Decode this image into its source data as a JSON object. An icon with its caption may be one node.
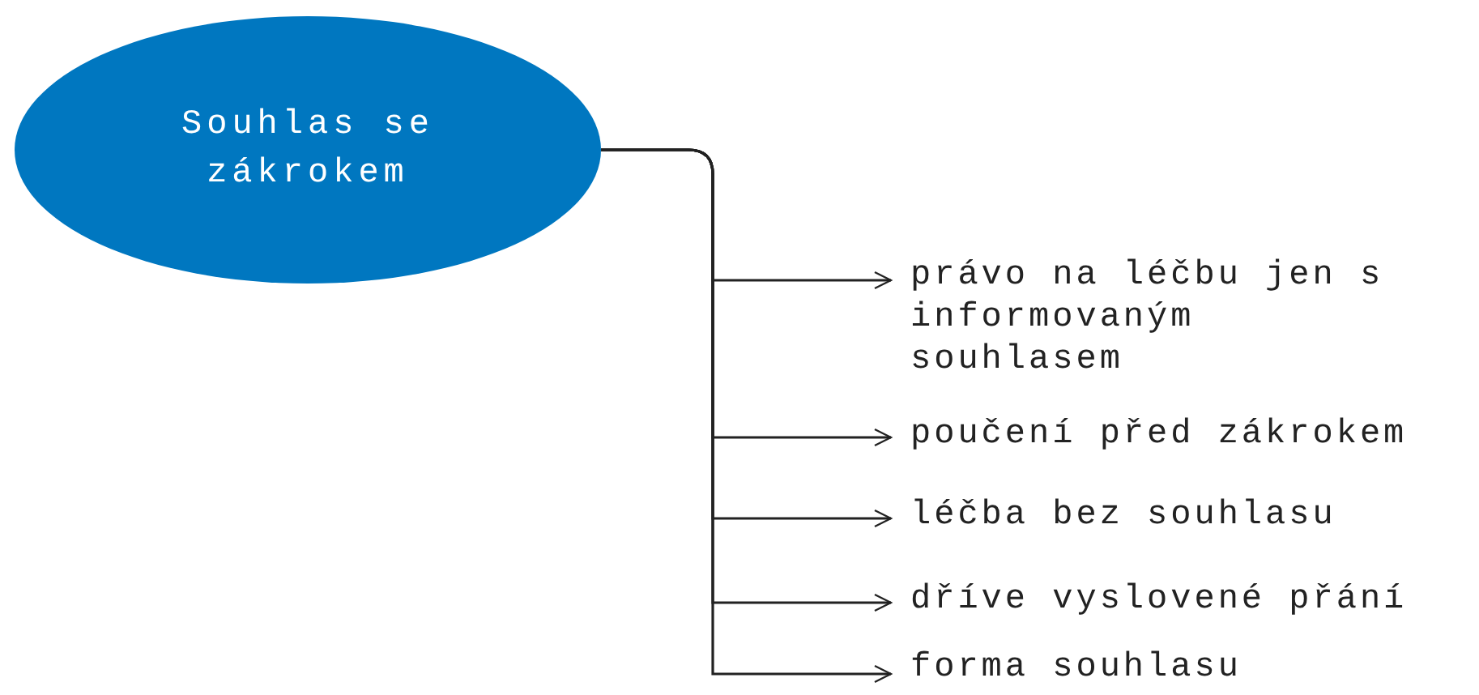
{
  "diagram": {
    "nodes": [
      {
        "text": [
          "Souhlas se zákrokem"
        ]
      },
      {
        "text": [
          "právo na léčbu jen s informovaným souhlasem"
        ]
      },
      {
        "text": [
          "poučení před zákrokem"
        ]
      },
      {
        "text": [
          "léčba bez souhlasu"
        ]
      },
      {
        "text": [
          "dříve vyslovené přání"
        ]
      },
      {
        "text": [
          "forma souhlasu"
        ]
      }
    ],
    "edges": [
      {
        "from": 0,
        "to": 1,
        "arrow": "to"
      },
      {
        "from": 0,
        "to": 2,
        "arrow": "to"
      },
      {
        "from": 0,
        "to": 3,
        "arrow": "to"
      },
      {
        "from": 0,
        "to": 4,
        "arrow": "to"
      },
      {
        "from": 0,
        "to": 5,
        "arrow": "to"
      }
    ]
  }
}
